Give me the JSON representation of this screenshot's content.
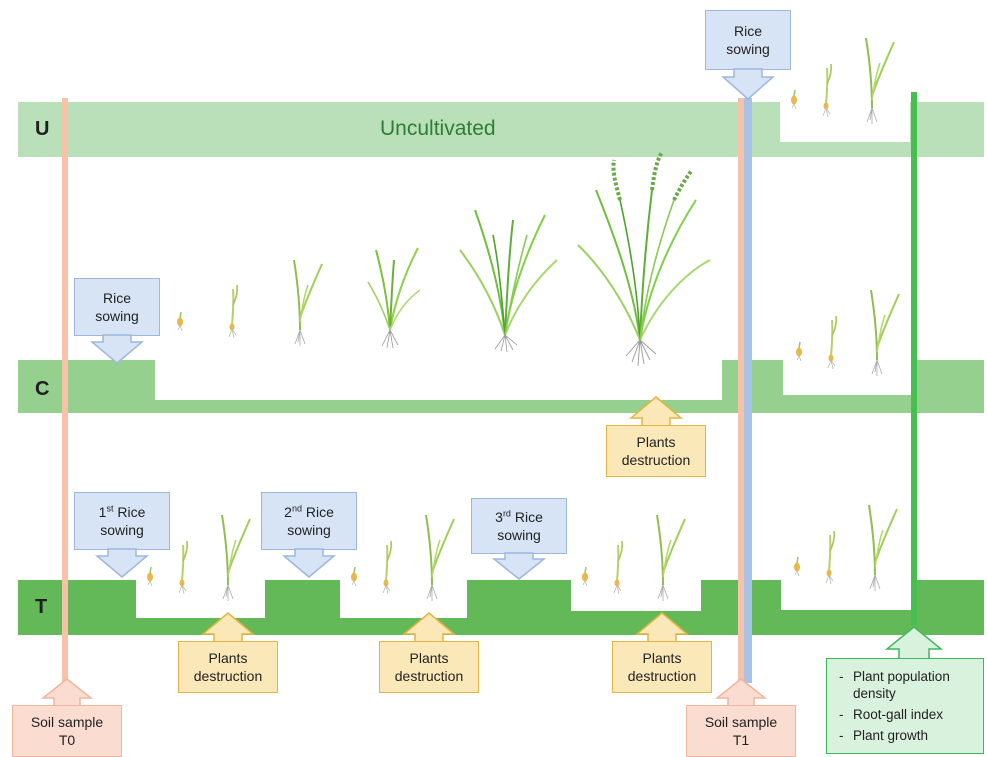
{
  "bands": {
    "u": {
      "label": "U",
      "text": "Uncultivated",
      "color": "#b9e0b9"
    },
    "c": {
      "label": "C",
      "color": "#96d08f"
    },
    "t": {
      "label": "T",
      "color": "#63b957"
    }
  },
  "lines": {
    "soil": "#f6c2a8",
    "rice": "#a9c3e6",
    "assess": "#45c04e"
  },
  "callouts": {
    "rice_sowing_top": {
      "line1": "Rice",
      "line2": "sowing"
    },
    "rice_sowing_c": {
      "line1": "Rice",
      "line2": "sowing"
    },
    "c_destruction": {
      "line1": "Plants",
      "line2": "destruction"
    },
    "t_sow1": {
      "ord": "1",
      "sup": "st",
      "line1": " Rice",
      "line2": "sowing"
    },
    "t_sow2": {
      "ord": "2",
      "sup": "nd",
      "line1": " Rice",
      "line2": "sowing"
    },
    "t_sow3": {
      "ord": "3",
      "sup": "rd",
      "line1": " Rice",
      "line2": "sowing"
    },
    "t_destr1": {
      "line1": "Plants",
      "line2": "destruction"
    },
    "t_destr2": {
      "line1": "Plants",
      "line2": "destruction"
    },
    "t_destr3": {
      "line1": "Plants",
      "line2": "destruction"
    },
    "soil_t0": {
      "line1": "Soil sample",
      "line2": "T0"
    },
    "soil_t1": {
      "line1": "Soil sample",
      "line2": "T1"
    }
  },
  "assessments": [
    "Plant population density",
    "Root-gall index",
    "Plant growth"
  ],
  "plant_icon": "rice-seedling-icon"
}
